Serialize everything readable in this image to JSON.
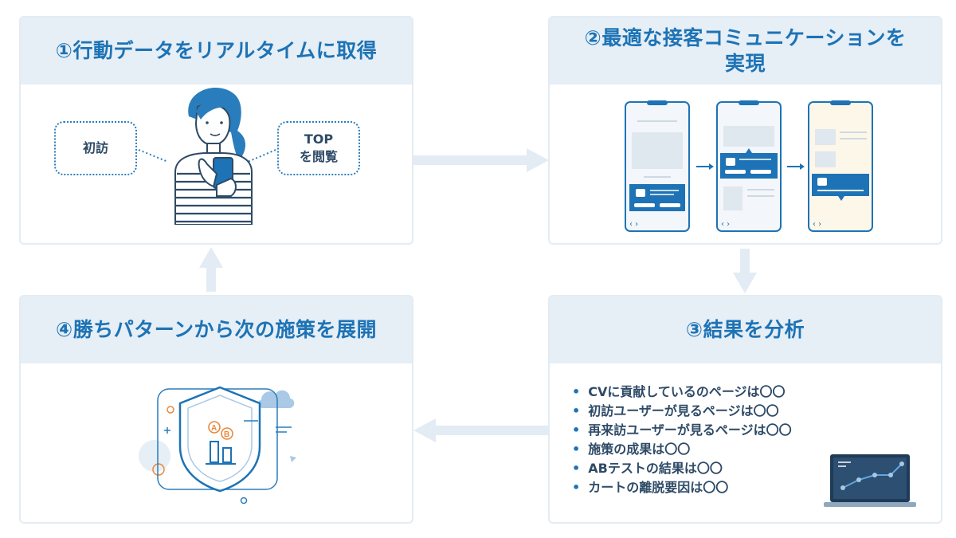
{
  "steps": {
    "step1": {
      "title": "①行動データをリアルタイムに取得",
      "bubble_left": "初訪",
      "bubble_right_line1": "TOP",
      "bubble_right_line2": "を閲覧"
    },
    "step2": {
      "title_line1": "②最適な接客コミュニケーションを",
      "title_line2": "実現"
    },
    "step3": {
      "title": "③結果を分析",
      "bullets": [
        "CVに貢献しているのページは〇〇",
        "初訪ユーザーが見るページは〇〇",
        "再来訪ユーザーが見るページは〇〇",
        "施策の成果は〇〇",
        "ABテストの結果は〇〇",
        "カートの離脱要因は〇〇"
      ]
    },
    "step4": {
      "title": "④勝ちパターンから次の施策を展開",
      "badge_a": "A",
      "badge_b": "B"
    }
  },
  "colors": {
    "accent": "#1d73b5",
    "header_bg": "#e6eef6",
    "arrow": "#e3ecf4",
    "text": "#2e4a66"
  }
}
